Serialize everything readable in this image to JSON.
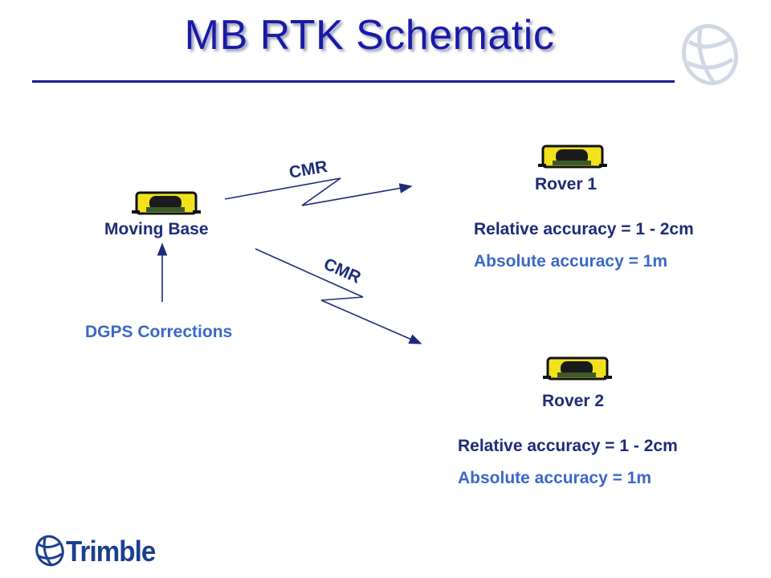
{
  "title": "MB RTK Schematic",
  "nodes": {
    "moving_base": {
      "label": "Moving Base"
    },
    "rover1": {
      "label": "Rover 1"
    },
    "rover2": {
      "label": "Rover 2"
    }
  },
  "links": {
    "cmr_upper": "CMR",
    "cmr_lower": "CMR"
  },
  "corrections": "DGPS Corrections",
  "rover1_accuracy": {
    "relative": "Relative accuracy = 1 - 2cm",
    "absolute": "Absolute accuracy = 1m"
  },
  "rover2_accuracy": {
    "relative": "Relative accuracy = 1 - 2cm",
    "absolute": "Absolute accuracy = 1m"
  },
  "logo": {
    "name": "Trimble"
  },
  "colors": {
    "title": "#1a1aa6",
    "dark_text": "#1e2b78",
    "blue_text": "#3a68c8",
    "receiver_yellow": "#f2e21c",
    "logo_blue": "#1b3f8f"
  },
  "icons": [
    "receiver-icon",
    "globe-watermark-icon",
    "trimble-globe-icon"
  ]
}
